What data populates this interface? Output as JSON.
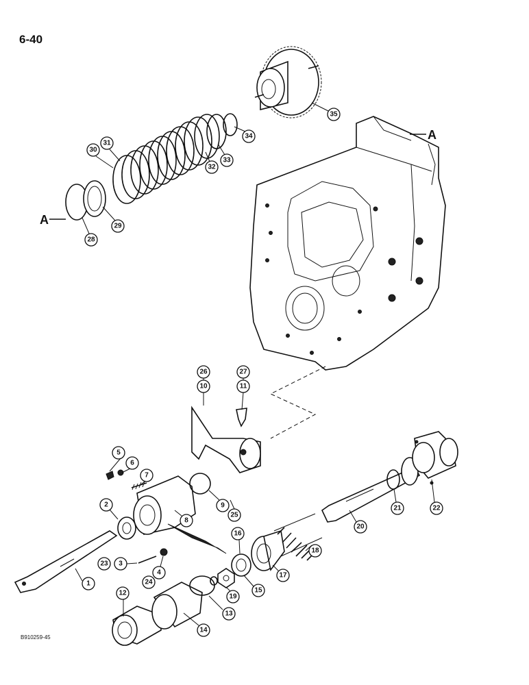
{
  "page": {
    "number": "6-40",
    "drawing_code": "B910259-45"
  },
  "reference_marks": [
    {
      "id": "A-housing",
      "label": "A"
    },
    {
      "id": "A-clutch",
      "label": "A"
    }
  ],
  "callouts": [
    "1",
    "2",
    "3",
    "4",
    "5",
    "6",
    "7",
    "8",
    "9",
    "10",
    "11",
    "12",
    "13",
    "14",
    "15",
    "16",
    "17",
    "18",
    "19",
    "20",
    "21",
    "22",
    "23",
    "24",
    "25",
    "26",
    "27",
    "28",
    "29",
    "30",
    "31",
    "32",
    "33",
    "34",
    "35"
  ]
}
